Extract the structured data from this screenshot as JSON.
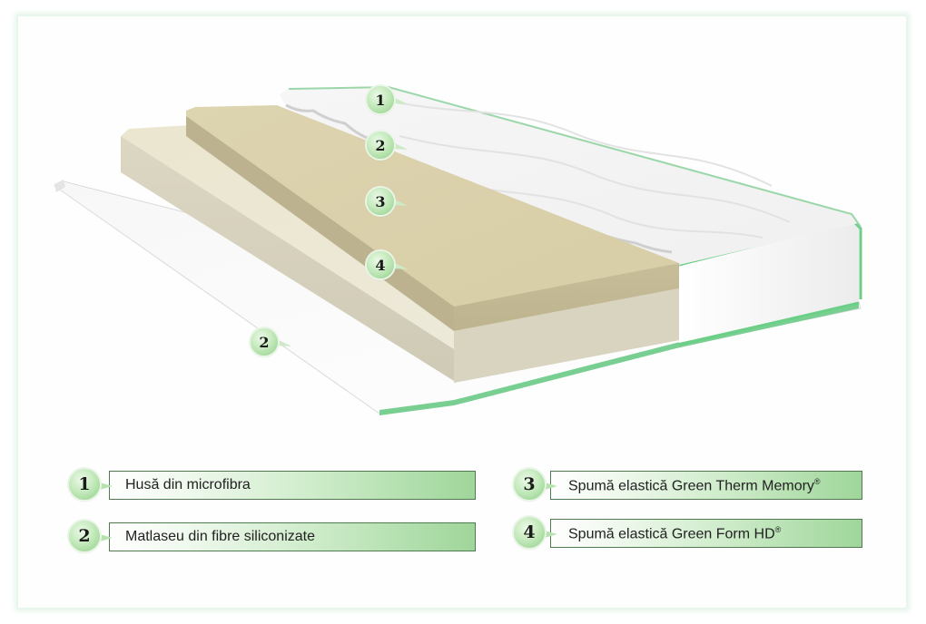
{
  "figure": {
    "subject": "Mattress layer cross-section",
    "colors": {
      "frame_glow": "#e6f6ec",
      "cover_white": "#f4f4f4",
      "piping_green": "#6ccf88",
      "memory_foam": "#d9cfaa",
      "hd_foam": "#e6e1c9",
      "badge_green": "#a9dca0",
      "bar_border": "#4f7a4f"
    },
    "callouts": [
      {
        "number": "1",
        "target": "cover"
      },
      {
        "number": "2",
        "target": "quilted-fiber-upper"
      },
      {
        "number": "3",
        "target": "memory-foam-layer"
      },
      {
        "number": "4",
        "target": "hd-foam-layer"
      },
      {
        "number": "2",
        "target": "quilted-fiber-lower"
      }
    ]
  },
  "legend": [
    {
      "number": "1",
      "label": "Husă din microfibra",
      "mark": ""
    },
    {
      "number": "2",
      "label": "Matlaseu din fibre siliconizate",
      "mark": ""
    },
    {
      "number": "3",
      "label": "Spumă elastică Green Therm Memory",
      "mark": "®"
    },
    {
      "number": "4",
      "label": "Spumă elastică Green Form HD",
      "mark": "®"
    }
  ]
}
